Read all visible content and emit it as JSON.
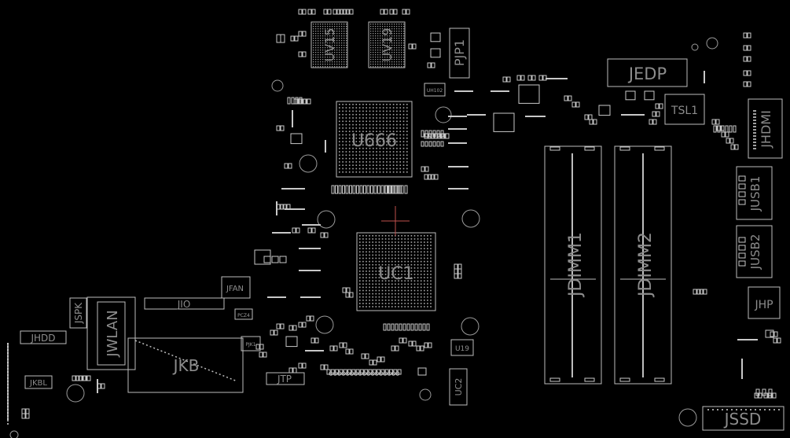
{
  "board": {
    "background": "#000000",
    "trace_color": "#bdbdbd",
    "label_color": "#8c8c8c",
    "marker_color": "#c0504d"
  },
  "labels": {
    "uv15": "UV15",
    "uv19": "UV19",
    "pjp1": "PJP1",
    "jedp": "JEDP",
    "tsl1": "TSL1",
    "jhdmi": "JHDMI",
    "u666": "U666",
    "uc1": "UC1",
    "jdimm1": "JDIMM1",
    "jdimm2": "JDIMM2",
    "jusb1": "JUSB1",
    "jusb2": "JUSB2",
    "jhp": "JHP",
    "jssd": "JSSD",
    "jspk": "JSPK",
    "jhdd": "JHDD",
    "jkbl": "JKBL",
    "jwlan": "JWLAN",
    "jio": "JIO",
    "jfan": "JFAN",
    "jkb": "JKB",
    "jtp": "JTP",
    "uc2": "UC2",
    "u19": "U19",
    "uh102": "UH102",
    "pcz4": "PCZ4",
    "pjk1": "PJK1"
  }
}
